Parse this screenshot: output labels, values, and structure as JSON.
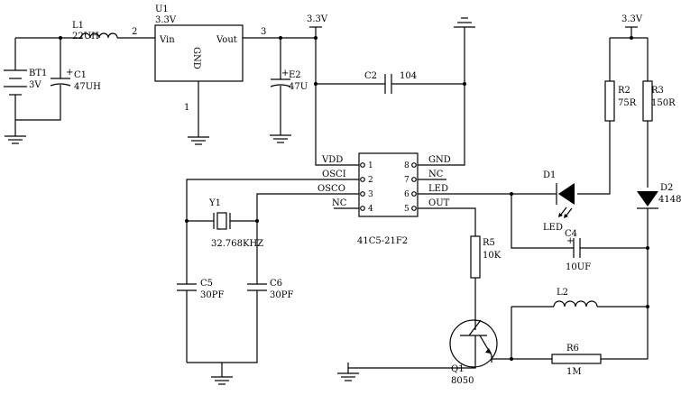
{
  "labels": {
    "bt1_ref": "BT1",
    "bt1_val": "3V",
    "c1_ref": "C1",
    "c1_val": "47UH",
    "l1_ref": "L1",
    "l1_val": "22UH",
    "u1_ref": "U1",
    "u1_supply": "3.3V",
    "u1_vin": "Vin",
    "u1_vout": "Vout",
    "u1_gnd": "GND",
    "u1_pin1": "1",
    "u1_pin2": "2",
    "u1_pin3": "3",
    "rail_33v_top": "3.3V",
    "e2_ref": "E2",
    "e2_val": "47U",
    "c2_ref": "C2",
    "c2_val": "104",
    "ic_name": "41C5-21F2",
    "ic_vdd": "VDD",
    "ic_osci": "OSCI",
    "ic_osco": "OSCO",
    "ic_nc_left": "NC",
    "ic_gnd": "GND",
    "ic_nc_right": "NC",
    "ic_led": "LED",
    "ic_out": "OUT",
    "ic_p1": "1",
    "ic_p2": "2",
    "ic_p3": "3",
    "ic_p4": "4",
    "ic_p5": "5",
    "ic_p6": "6",
    "ic_p7": "7",
    "ic_p8": "8",
    "y1_ref": "Y1",
    "y1_val": "32.768KHZ",
    "c5_ref": "C5",
    "c5_val": "30PF",
    "c6_ref": "C6",
    "c6_val": "30PF",
    "rail_33v_right": "3.3V",
    "r2_ref": "R2",
    "r2_val": "75R",
    "r3_ref": "R3",
    "r3_val": "150R",
    "d1_ref": "D1",
    "d1_val": "LED",
    "d2_ref": "D2",
    "d2_val": "4148",
    "c4_ref": "C4",
    "c4_val": "10UF",
    "r5_ref": "R5",
    "r5_val": "10K",
    "l2_ref": "L2",
    "r6_ref": "R6",
    "r6_val": "1M",
    "q1_ref": "Q1",
    "q1_val": "8050",
    "plus": "+"
  }
}
